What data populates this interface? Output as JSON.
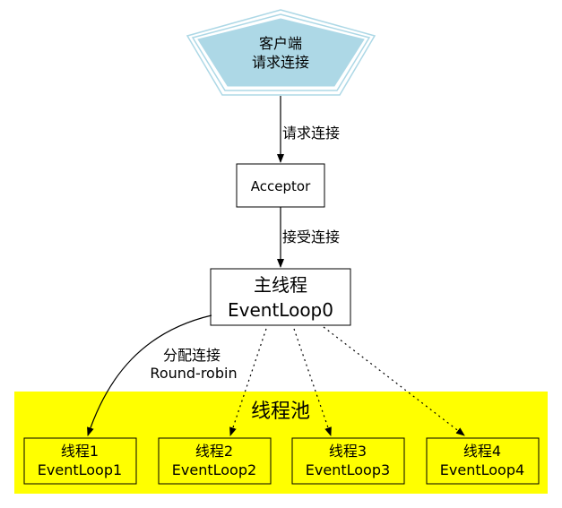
{
  "client": {
    "line1": "客户端",
    "line2": "请求连接"
  },
  "edges": {
    "client_to_acceptor": "请求连接",
    "acceptor_to_main": "接受连接",
    "main_to_worker1_line1": "分配连接",
    "main_to_worker1_line2": "Round-robin"
  },
  "acceptor": {
    "label": "Acceptor"
  },
  "main_loop": {
    "line1": "主线程",
    "line2": "EventLoop0"
  },
  "pool": {
    "title": "线程池",
    "workers": [
      {
        "line1": "线程1",
        "line2": "EventLoop1"
      },
      {
        "line1": "线程2",
        "line2": "EventLoop2"
      },
      {
        "line1": "线程3",
        "line2": "EventLoop3"
      },
      {
        "line1": "线程4",
        "line2": "EventLoop4"
      }
    ]
  },
  "colors": {
    "client_fill": "#add8e6",
    "pool_fill": "#ffff00",
    "stroke": "#000000"
  }
}
